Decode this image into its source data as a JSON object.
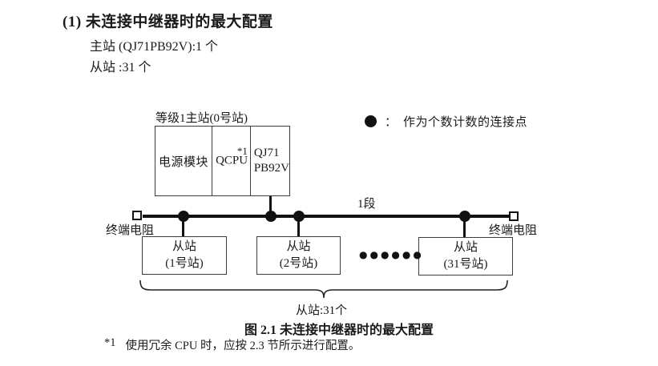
{
  "page": {
    "heading": "(1) 未连接中继器时的最大配置",
    "master_count_line": "主站 (QJ71PB92V):1 个",
    "slave_count_line": "从站 :31 个",
    "caption": "图 2.1 未连接中继器时的最大配置",
    "footnote_marker": "*1",
    "footnote_text": "使用冗余 CPU 时，应按 2.3 节所示进行配置。"
  },
  "diagram": {
    "master_label": "等级1主站(0号站)",
    "modules": {
      "power": "电源模块",
      "cpu": "QCPU",
      "cpu_note": "*1",
      "network_line1": "QJ71",
      "network_line2": "PB92V"
    },
    "legend": {
      "symbol_name": "connection-point-dot",
      "separator": "：",
      "text": "作为个数计数的连接点"
    },
    "segment_label": "1段",
    "terminator_left_label": "终端电阻",
    "terminator_right_label": "终端电阻",
    "slaves": [
      {
        "line1": "从站",
        "line2": "(1号站)"
      },
      {
        "line1": "从站",
        "line2": "(2号站)"
      },
      {
        "line1": "从站",
        "line2": "(31号站)"
      }
    ],
    "ellipsis": "●●●●●●",
    "brace_label": "从站:31个"
  },
  "colors": {
    "ink": "#1a1a1a",
    "line": "#111111",
    "box_border": "#3c3c3c",
    "background": "#ffffff"
  }
}
